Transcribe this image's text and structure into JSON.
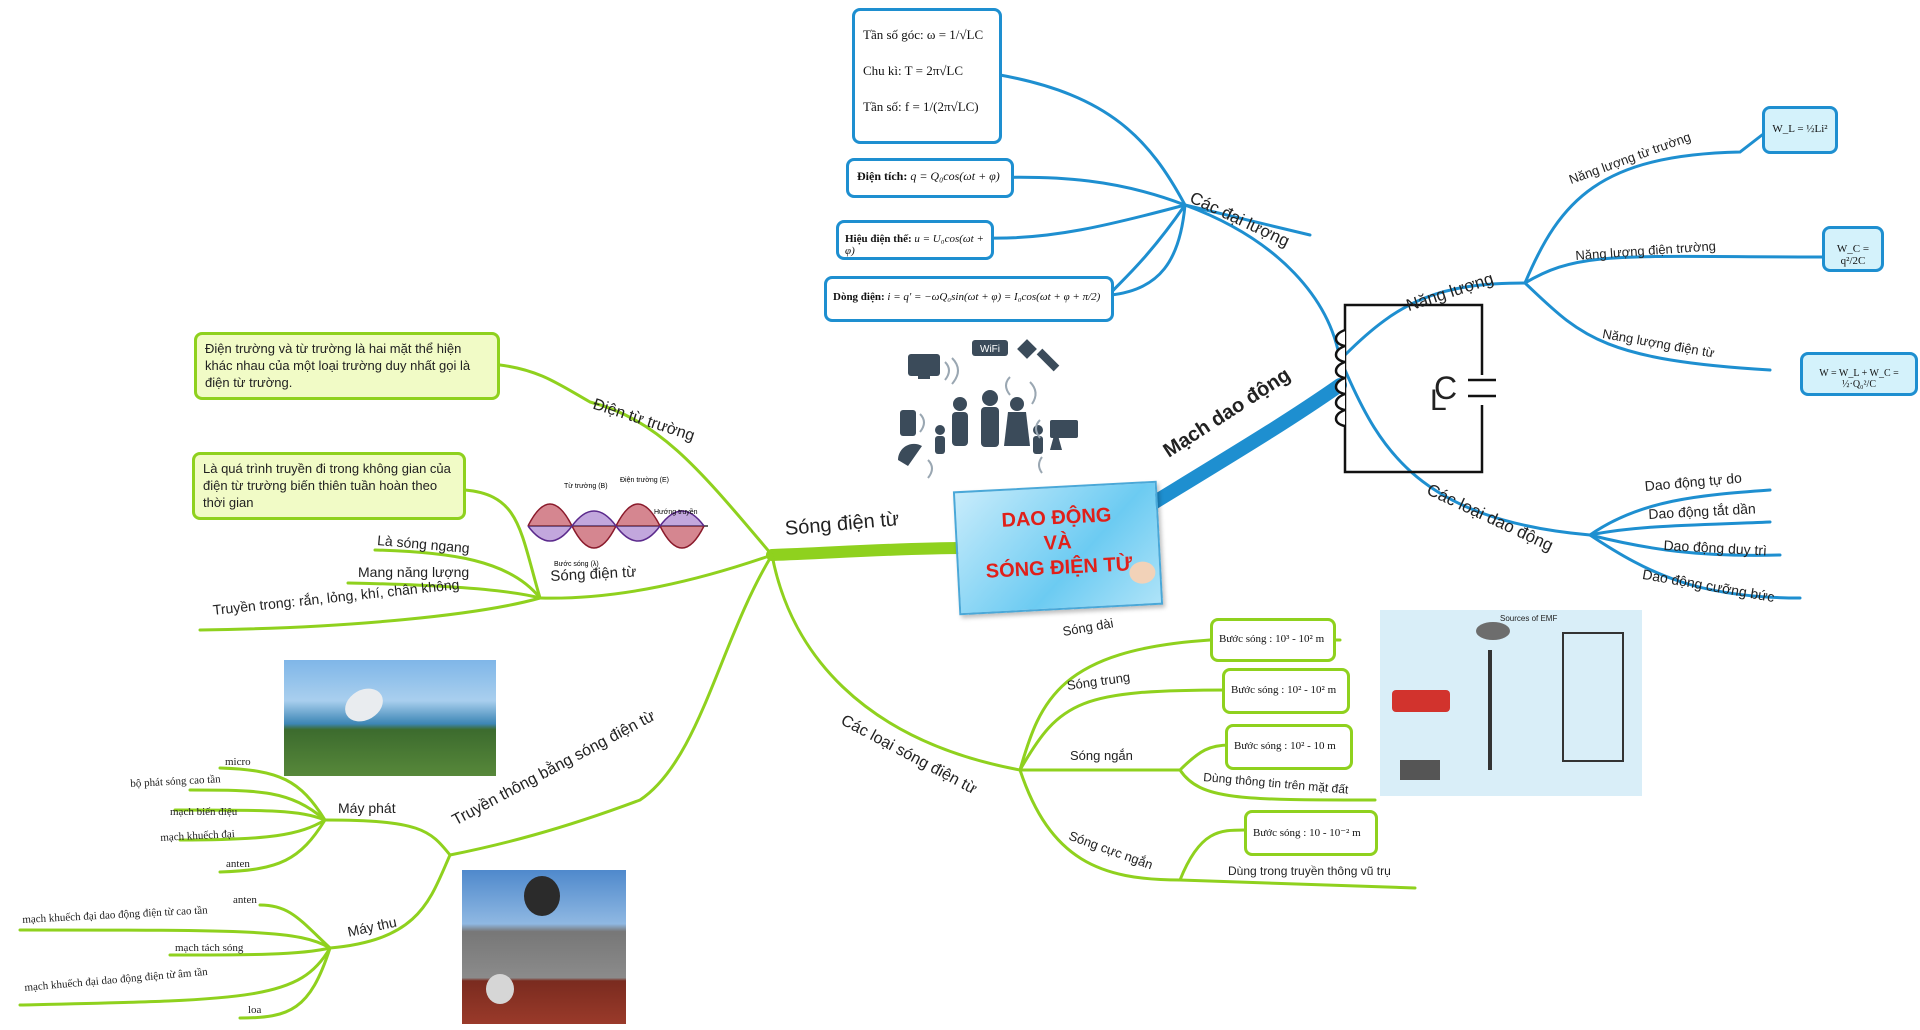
{
  "center": {
    "line1": "DAO ĐỘNG",
    "line2": "VÀ",
    "line3": "SÓNG ĐIỆN TỪ"
  },
  "colors": {
    "blue": "#1e8fd0",
    "green": "#8fd11e",
    "title_red": "#e0201a"
  },
  "right_branch": {
    "main": "Mạch dao động",
    "circuit": {
      "inductor": "L",
      "capacitor": "C"
    },
    "quantities": {
      "title": "Các đại lượng",
      "angular_freq": {
        "label": "Tần số góc:",
        "formula": "ω = 1/√LC"
      },
      "period": {
        "label": "Chu kì:",
        "formula": "T = 2π√LC"
      },
      "frequency": {
        "label": "Tần số:",
        "formula": "f = 1/(2π√LC)"
      },
      "charge": {
        "label": "Điện tích:",
        "formula": "q = Q₀cos(ωt + φ)"
      },
      "voltage": {
        "label": "Hiệu điện thế:",
        "formula": "u = U₀cos(ωt + φ)"
      },
      "current": {
        "label": "Dòng điện:",
        "formula": "i = q' = −ωQ₀sin(ωt + φ) = I₀cos(ωt + φ + π/2)"
      }
    },
    "energy": {
      "title": "Năng lượng",
      "magnetic": {
        "label": "Năng lượng từ trường",
        "formula": "W_L = ½Li²"
      },
      "electric": {
        "label": "Năng lượng điện trường",
        "formula": "W_C = q²/2C"
      },
      "em": {
        "label": "Năng lượng điện từ",
        "formula": "W = W_L + W_C = ½·Q₀²/C"
      }
    },
    "oscillations": {
      "title": "Các loại dao động",
      "items": [
        "Dao động tự do",
        "Dao động tắt dần",
        "Dao động duy trì",
        "Dao động cưỡng bức"
      ]
    }
  },
  "left_branch": {
    "main": "Sóng điện từ",
    "em_field": {
      "title": "Điện từ trường",
      "note": "Điện trường và từ trường là hai mặt thể hiện khác nhau của một loại trường duy nhất gọi là điện từ trường."
    },
    "em_wave": {
      "title": "Sóng điện từ",
      "note": "Là quá trình truyền đi trong không gian của điện từ trường biến thiên tuần hoàn theo thời gian",
      "items": [
        "Là sóng ngang",
        "Mang năng lượng",
        "Truyền trong: rắn, lỏng, khí, chân không"
      ],
      "diagram_labels": {
        "magnetic": "Từ trường (B)",
        "electric": "Điện trường (E)",
        "direction": "Hướng truyền",
        "wavelength": "Bước sóng (λ)"
      }
    },
    "communication": {
      "title": "Truyền thông bằng sóng điện từ",
      "transmitter": {
        "title": "Máy phát",
        "items": [
          "micro",
          "bộ phát sóng cao tần",
          "mạch biến điệu",
          "mạch khuếch đại",
          "anten"
        ]
      },
      "receiver": {
        "title": "Máy thu",
        "items": [
          "anten",
          "mạch khuếch đại dao động điện từ cao tần",
          "mạch tách sóng",
          "mạch khuếch đại dao động điện từ âm tần",
          "loa"
        ]
      }
    },
    "wave_types": {
      "title": "Các loại sóng điện từ",
      "long": {
        "label": "Sóng dài",
        "range": "Bước sóng : 10³ - 10² m"
      },
      "medium": {
        "label": "Sóng trung",
        "range": "Bước sóng : 10² - 10² m"
      },
      "short": {
        "label": "Sóng ngắn",
        "range": "Bước sóng : 10² - 10 m",
        "use": "Dùng thông tin trên mặt đất"
      },
      "ultrashort": {
        "label": "Sóng cực ngắn",
        "range": "Bước sóng : 10 - 10⁻² m",
        "use": "Dùng trong truyền thông vũ trụ"
      }
    }
  },
  "icons": [
    "wifi-icon",
    "satellite-icon",
    "tv-icon",
    "phone-icon",
    "radio-icon",
    "family-icon",
    "dish-icon",
    "tower-icon"
  ],
  "emf_poster": {
    "title": "Sources of EMF"
  }
}
